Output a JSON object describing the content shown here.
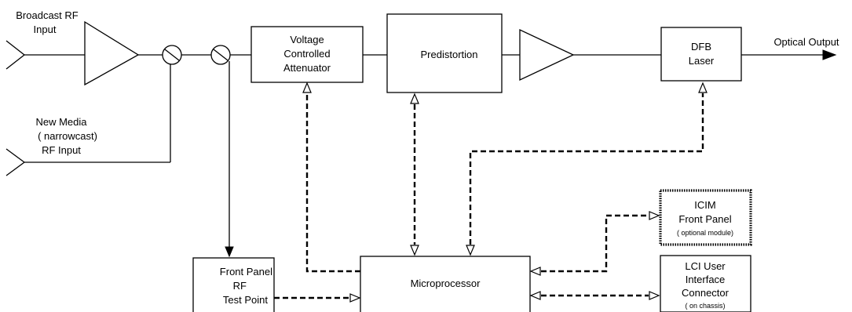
{
  "labels": {
    "broadcast_input": [
      "Broadcast RF",
      "Input"
    ],
    "new_media_input": [
      "New Media",
      "( narrowcast)",
      "RF Input"
    ],
    "vca": [
      "Voltage",
      "Controlled",
      "Attenuator"
    ],
    "predistortion": "Predistortion",
    "dfb_laser": [
      "DFB",
      "Laser"
    ],
    "optical_output": "Optical Output",
    "icim": [
      "ICIM",
      "Front Panel"
    ],
    "icim_note": "( optional module)",
    "lci": [
      "LCI User",
      "Interface",
      "Connector"
    ],
    "lci_note": "( on chassis)",
    "microprocessor": "Microprocessor",
    "front_panel": [
      "Front Panel",
      "RF",
      "Test Point"
    ]
  }
}
